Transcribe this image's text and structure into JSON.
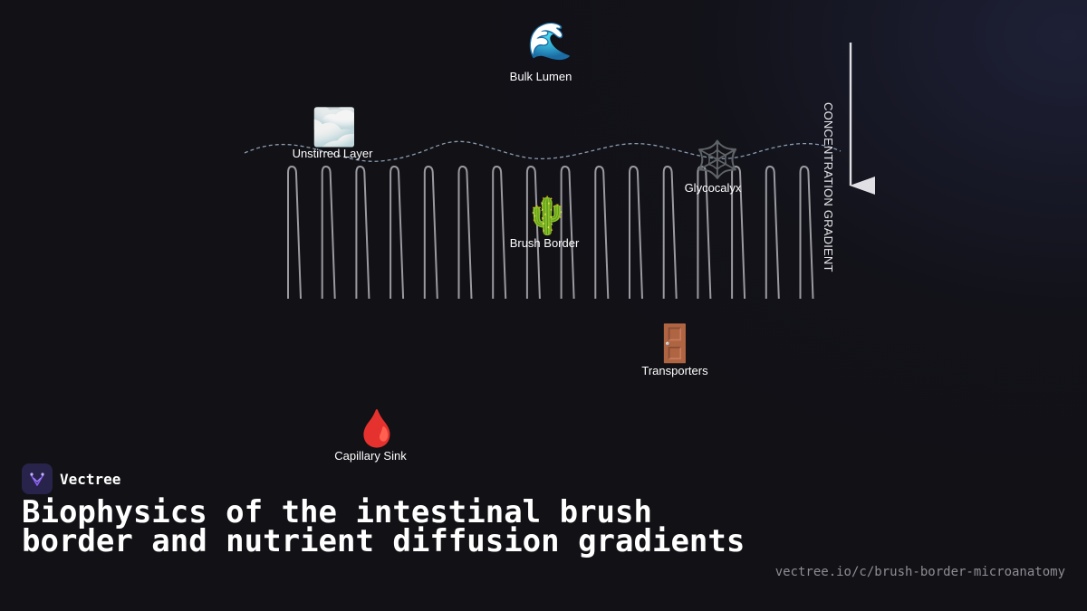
{
  "diagram": {
    "nodes": {
      "bulk_lumen": {
        "label": "Bulk Lumen",
        "icon": "wave-icon",
        "glyph": "🌊"
      },
      "unstirred_layer": {
        "label": "Unstirred Layer",
        "icon": "fog-icon",
        "glyph": "🌫️"
      },
      "glycocalyx": {
        "label": "Glycocalyx",
        "icon": "spider-web-icon",
        "glyph": "🕸️"
      },
      "brush_border": {
        "label": "Brush Border",
        "icon": "cactus-icon",
        "glyph": "🌵"
      },
      "transporters": {
        "label": "Transporters",
        "icon": "door-icon",
        "glyph": "🚪"
      },
      "capillary_sink": {
        "label": "Capillary Sink",
        "icon": "drop-of-blood-icon",
        "glyph": "🩸"
      }
    },
    "gradient_label": "CONCENTRATION GRADIENT",
    "villus_count": 16,
    "colors": {
      "villus_stroke": "#9a9aa0",
      "boundary_wave": "#8a9bb0",
      "gradient_arrow": "#e0e0e4"
    }
  },
  "brand": {
    "name": "Vectree",
    "logo_icon": "vectree-logo-icon",
    "accent": "#8b5cf6"
  },
  "title": "Biophysics of the intestinal brush border and nutrient diffusion gradients",
  "source_url": "vectree.io/c/brush-border-microanatomy"
}
